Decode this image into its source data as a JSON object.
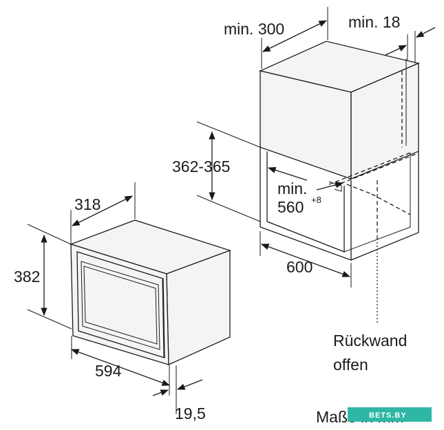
{
  "labels": {
    "oven_depth": "318",
    "oven_height": "382",
    "oven_width": "594",
    "oven_front": "19,5",
    "niche_depth": "min. 300",
    "niche_back": "min. 18",
    "niche_height": "362-365",
    "opening_min": "min.",
    "opening_value": "560",
    "opening_tolerance": "+8",
    "niche_width": "600",
    "back_wall_line1": "Rückwand",
    "back_wall_line2": "offen",
    "units_note": "Maße in mm"
  },
  "watermark": {
    "text": "BETS.BY",
    "color": "#2fb7a6"
  }
}
